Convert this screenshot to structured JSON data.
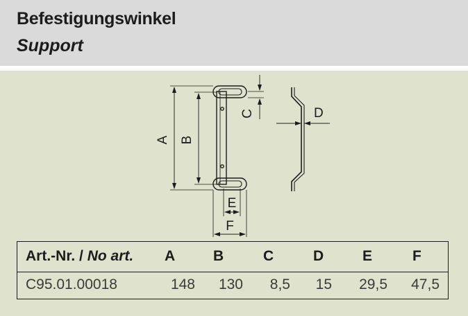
{
  "header": {
    "title_de": "Befestigungswinkel",
    "title_fr": "Support"
  },
  "drawing": {
    "labels": {
      "A": "A",
      "B": "B",
      "C": "C",
      "D": "D",
      "E": "E",
      "F": "F"
    }
  },
  "table": {
    "art_nr_label": "Art.-Nr. / ",
    "no_art_label": "No art.",
    "columns": [
      "A",
      "B",
      "C",
      "D",
      "E",
      "F"
    ],
    "row": {
      "article": "C95.01.00018",
      "A": "148",
      "B": "130",
      "C": "8,5",
      "D": "15",
      "E": "29,5",
      "F": "47,5"
    }
  }
}
